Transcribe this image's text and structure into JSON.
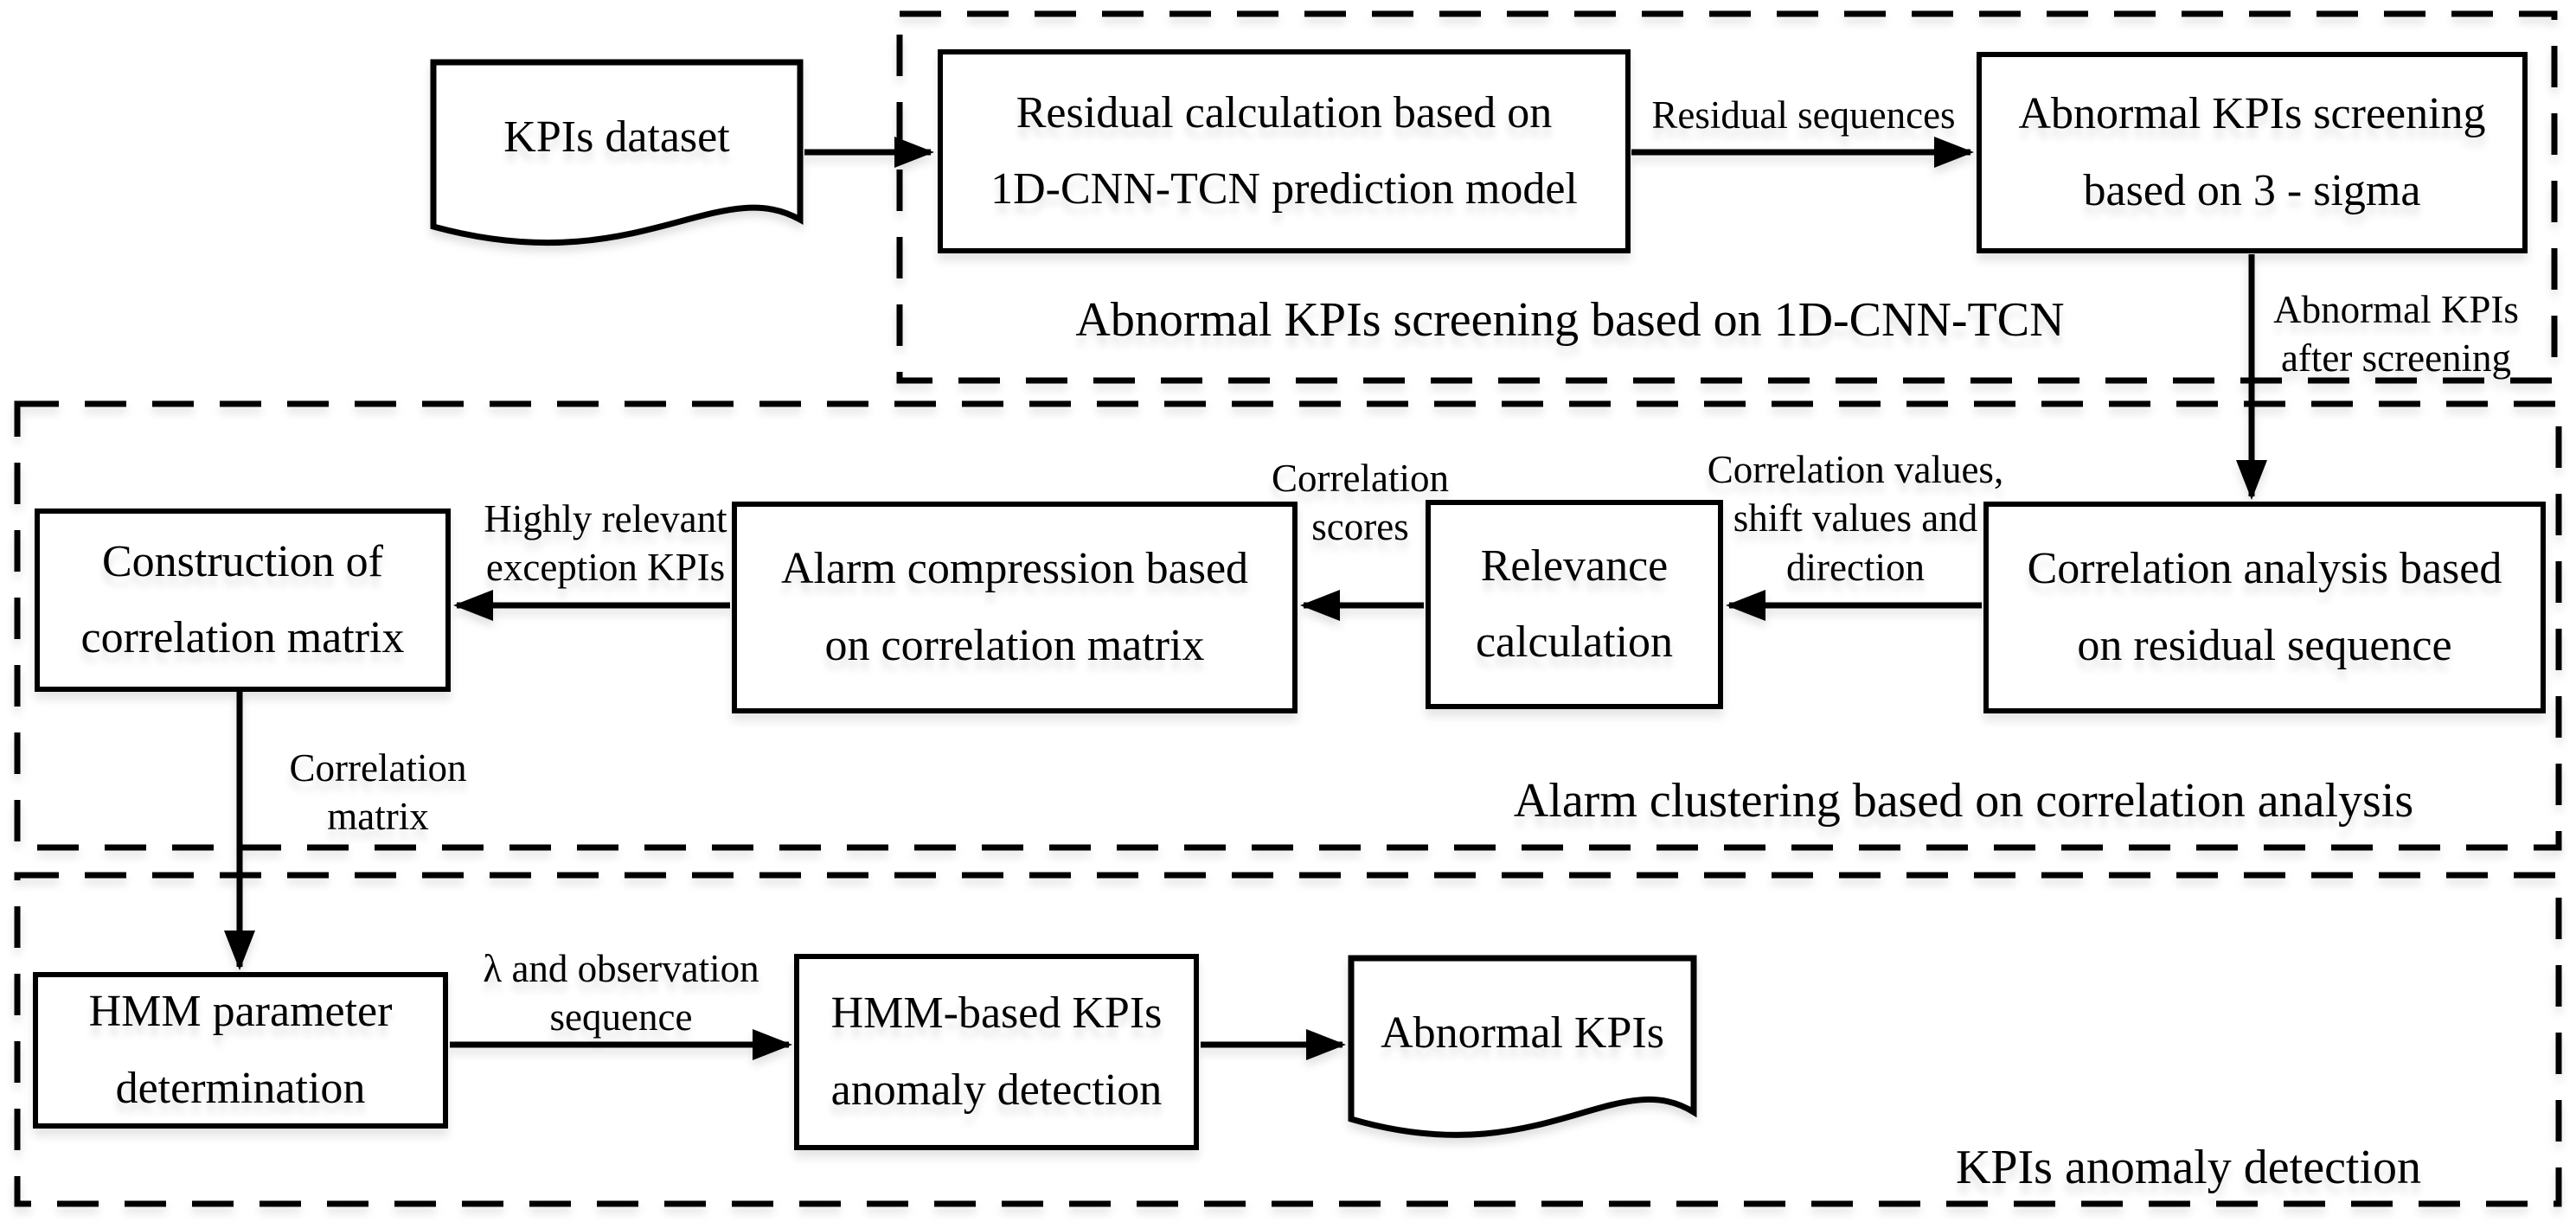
{
  "canvas": {
    "background": "#ffffff",
    "line_color": "#000000"
  },
  "sections": {
    "screening": {
      "label": "Abnormal KPIs screening based on 1D-CNN-TCN"
    },
    "clustering": {
      "label": "Alarm clustering based on correlation analysis"
    },
    "detection": {
      "label": "KPIs anomaly detection"
    }
  },
  "nodes": {
    "kpis_dataset": {
      "type": "document",
      "line1": "KPIs dataset"
    },
    "residual_calc": {
      "type": "process",
      "line1": "Residual calculation based on",
      "line2": "1D-CNN-TCN prediction model"
    },
    "abnormal_screening": {
      "type": "process",
      "line1": "Abnormal KPIs screening",
      "line2": "based on 3 - sigma"
    },
    "correlation_analysis": {
      "type": "process",
      "line1": "Correlation analysis based",
      "line2": "on residual sequence"
    },
    "relevance_calculation": {
      "type": "process",
      "line1": "Relevance",
      "line2": "calculation"
    },
    "alarm_compression": {
      "type": "process",
      "line1": "Alarm compression based",
      "line2": "on correlation matrix"
    },
    "construction_matrix": {
      "type": "process",
      "line1": "Construction of",
      "line2": "correlation matrix"
    },
    "hmm_parameter": {
      "type": "process",
      "line1": "HMM parameter",
      "line2": "determination"
    },
    "hmm_detection": {
      "type": "process",
      "line1": "HMM-based KPIs",
      "line2": "anomaly detection"
    },
    "abnormal_kpis": {
      "type": "document",
      "line1": "Abnormal KPIs"
    }
  },
  "edge_labels": {
    "residual_sequences": {
      "line1": "Residual sequences"
    },
    "abnormal_after_screening": {
      "line1": "Abnormal KPIs",
      "line2": "after screening"
    },
    "correlation_values": {
      "line1": "Correlation values,",
      "line2": "shift values and",
      "line3": "direction"
    },
    "correlation_scores": {
      "line1": "Correlation",
      "line2": "scores"
    },
    "highly_relevant": {
      "line1": "Highly relevant",
      "line2": "exception KPIs"
    },
    "correlation_matrix": {
      "line1": "Correlation",
      "line2": "matrix"
    },
    "lambda_observation": {
      "line1": "λ and observation",
      "line2": "sequence"
    }
  }
}
